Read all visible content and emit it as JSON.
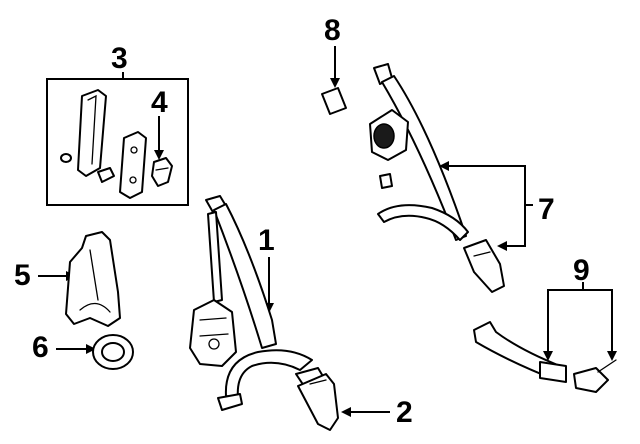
{
  "diagram": {
    "callouts": [
      {
        "id": "c1",
        "label": "1",
        "part": "front-seat-belt-assembly"
      },
      {
        "id": "c2",
        "label": "2",
        "part": "buckle-assembly"
      },
      {
        "id": "c3",
        "label": "3",
        "part": "anchor-cover-kit"
      },
      {
        "id": "c4",
        "label": "4",
        "part": "anchor-bolt"
      },
      {
        "id": "c5",
        "label": "5",
        "part": "retractor-cover"
      },
      {
        "id": "c6",
        "label": "6",
        "part": "grommet"
      },
      {
        "id": "c7",
        "label": "7",
        "part": "rear-seat-belt-assembly"
      },
      {
        "id": "c8",
        "label": "8",
        "part": "label-tag"
      },
      {
        "id": "c9",
        "label": "9",
        "part": "rear-center-belt-assembly"
      }
    ]
  }
}
